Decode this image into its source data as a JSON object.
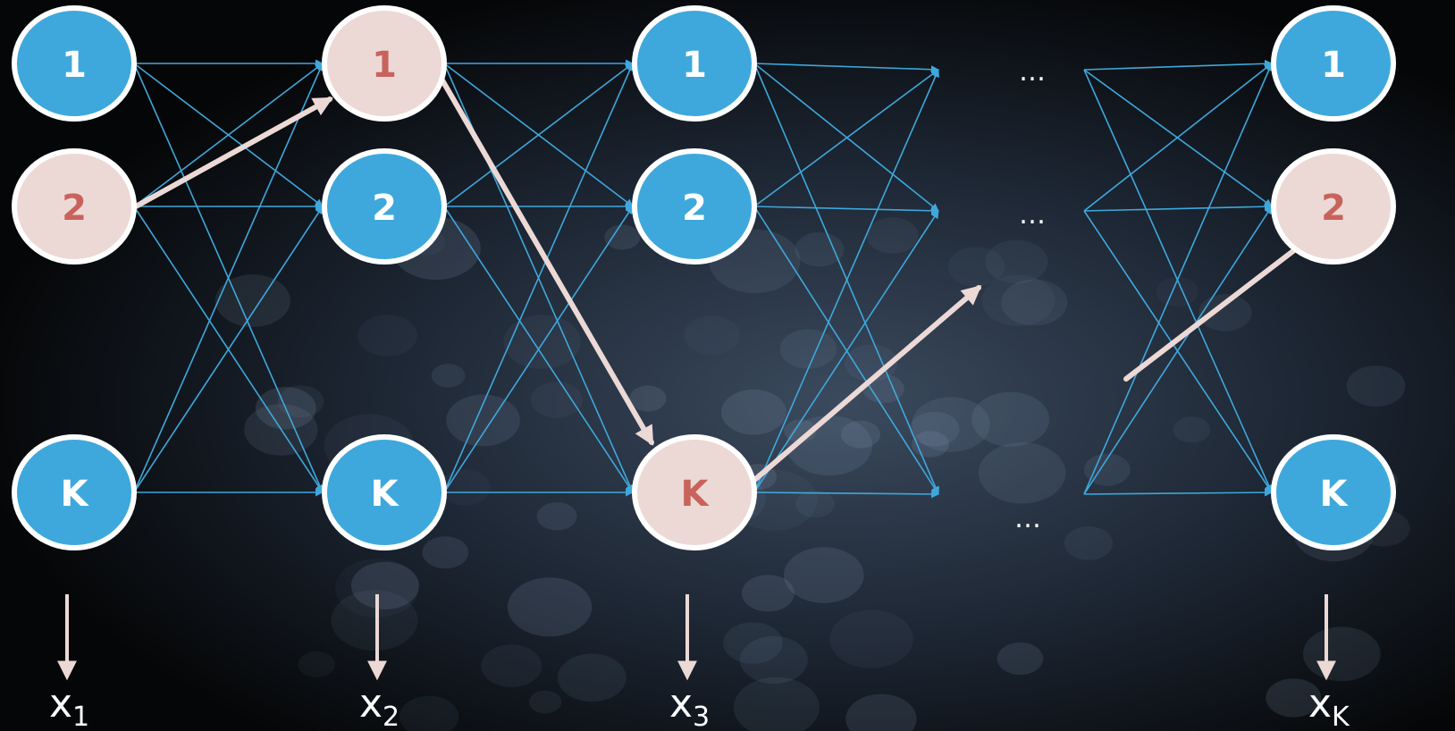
{
  "colors": {
    "background": "#050607",
    "node_default": "#3ea8dc",
    "node_highlight": "#ecd9d6",
    "node_border": "#ffffff",
    "label_default": "#ffffff",
    "label_highlight": "#c8635c",
    "edge": "#3ea8dc",
    "path": "#ecd9d6",
    "emission": "#ecd9d6"
  },
  "columns": [
    {
      "nodes": [
        {
          "label": "1",
          "highlight": false
        },
        {
          "label": "2",
          "highlight": true
        },
        {
          "label": "K",
          "highlight": false
        }
      ],
      "observation": {
        "base": "x",
        "sub": "1"
      }
    },
    {
      "nodes": [
        {
          "label": "1",
          "highlight": true
        },
        {
          "label": "2",
          "highlight": false
        },
        {
          "label": "K",
          "highlight": false
        }
      ],
      "observation": {
        "base": "x",
        "sub": "2"
      }
    },
    {
      "nodes": [
        {
          "label": "1",
          "highlight": false
        },
        {
          "label": "2",
          "highlight": false
        },
        {
          "label": "K",
          "highlight": true
        }
      ],
      "observation": {
        "base": "x",
        "sub": "3"
      }
    },
    {
      "nodes": [
        {
          "label": "1",
          "highlight": false
        },
        {
          "label": "2",
          "highlight": true
        },
        {
          "label": "K",
          "highlight": false
        }
      ],
      "observation": {
        "base": "x",
        "sub": "K"
      }
    }
  ],
  "ellipsis": [
    "…",
    "…",
    "…"
  ]
}
